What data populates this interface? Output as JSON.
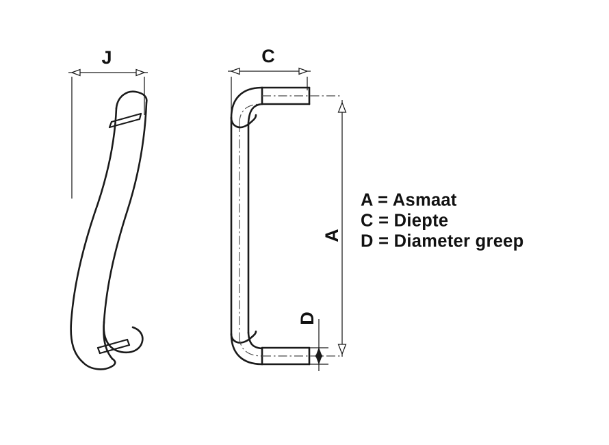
{
  "drawing": {
    "kind": "technical-dimension-drawing",
    "subject": "door-pull-handle",
    "background_color": "#ffffff",
    "line_color": "#1a1a1a",
    "views": {
      "left": {
        "name": "front-view-curved-bow",
        "dimension_label": "J"
      },
      "right": {
        "name": "side-view-u-shape",
        "dimension_labels": [
          "C",
          "A",
          "D"
        ]
      }
    }
  },
  "dimensions": {
    "j": {
      "label": "J",
      "orientation": "horizontal",
      "applies_to": "front-view-width"
    },
    "c": {
      "label": "C",
      "orientation": "horizontal",
      "applies_to": "side-view-depth"
    },
    "a": {
      "label": "A",
      "orientation": "vertical",
      "applies_to": "side-view-centre-to-centre"
    },
    "d": {
      "label": "D",
      "orientation": "vertical",
      "applies_to": "handle-bar-diameter"
    }
  },
  "legend": {
    "title": "",
    "entries": [
      {
        "key": "A",
        "separator": "=",
        "value": "Asmaat",
        "text": "A = Asmaat"
      },
      {
        "key": "C",
        "separator": "=",
        "value": "Diepte",
        "text": "C = Diepte"
      },
      {
        "key": "D",
        "separator": "=",
        "value": "Diameter greep",
        "text": "D = Diameter greep"
      }
    ]
  }
}
